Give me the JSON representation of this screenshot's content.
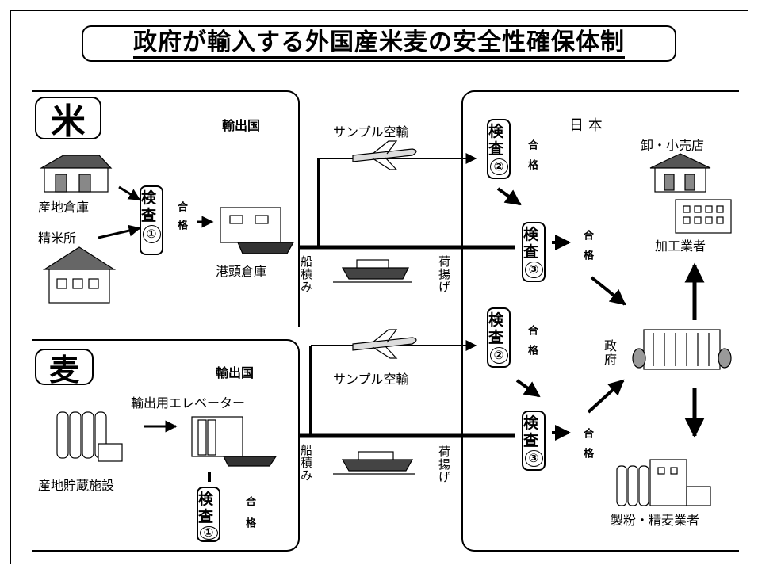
{
  "title": "政府が輸入する外国産米麦の安全性確保体制",
  "rice": {
    "category": "米",
    "exporting_country": "輸出国",
    "origin_warehouse": "産地倉庫",
    "rice_mill": "精米所",
    "inspection1": {
      "label": "検査",
      "number": "①",
      "pass": "合格"
    },
    "port_warehouse": "港頭倉庫"
  },
  "wheat": {
    "category": "麦",
    "exporting_country": "輸出国",
    "export_elevator": "輸出用エレベーター",
    "origin_storage": "産地貯蔵施設",
    "inspection1": {
      "label": "検査",
      "number": "①",
      "pass": "合格"
    }
  },
  "transport": {
    "sample_air": "サンプル空輸",
    "loading": "船積み",
    "unloading": "荷揚げ"
  },
  "japan": {
    "label": "日 本",
    "government": "政府",
    "retailer": "卸・小売店",
    "processor": "加工業者",
    "miller": "製粉・精麦業者",
    "rice_inspection2": {
      "label": "検査",
      "number": "②",
      "pass": "合格"
    },
    "rice_inspection3": {
      "label": "検査",
      "number": "③",
      "pass": "合格"
    },
    "wheat_inspection2": {
      "label": "検査",
      "number": "②",
      "pass": "合格"
    },
    "wheat_inspection3": {
      "label": "検査",
      "number": "③",
      "pass": "合格"
    }
  },
  "icons": [
    "warehouse-icon",
    "mill-icon",
    "ship-icon",
    "airplane-icon",
    "silo-icon",
    "elevator-icon",
    "government-building-icon",
    "store-icon",
    "factory-icon",
    "flour-mill-icon"
  ]
}
